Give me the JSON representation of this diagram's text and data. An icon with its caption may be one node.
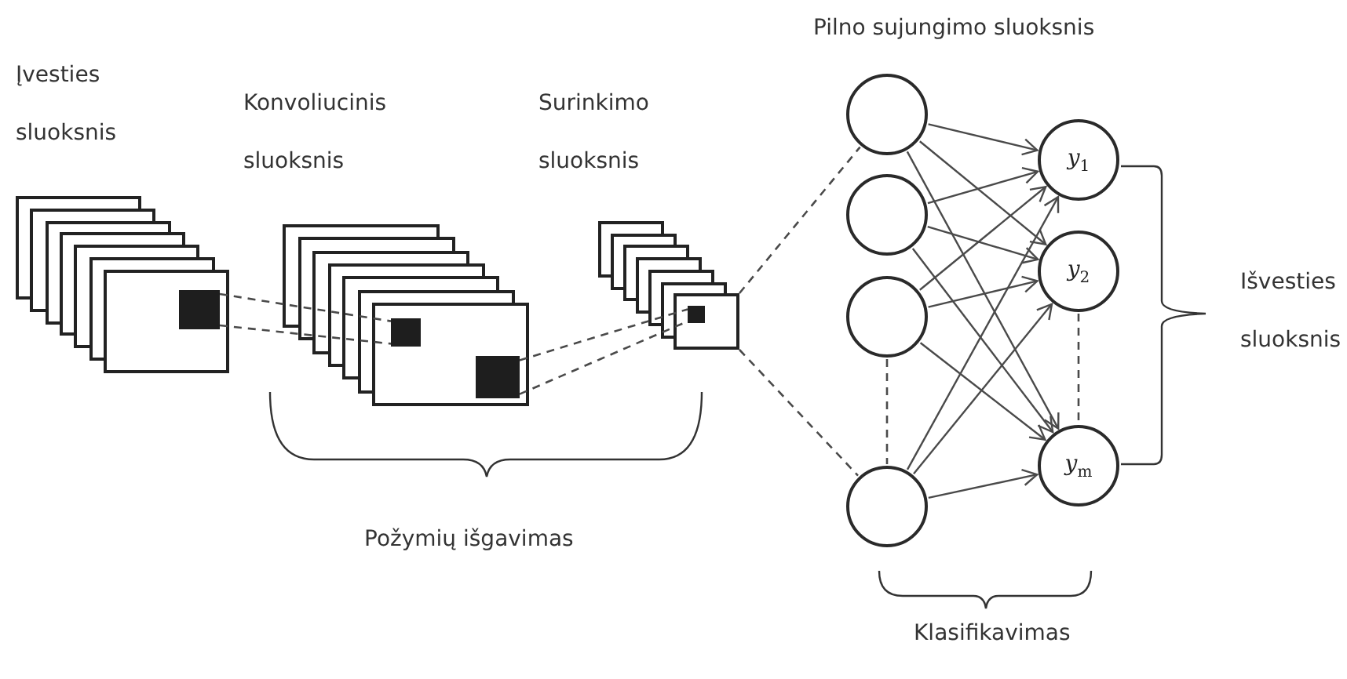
{
  "diagram": {
    "nodes": [
      {
        "text": [],
        "shape": "square"
      },
      {
        "text": [],
        "shape": "square"
      },
      {
        "text": [],
        "shape": "square"
      },
      {
        "text": [],
        "shape": "box"
      },
      {
        "text": [],
        "shape": "square",
        "in": 3
      },
      {
        "text": [],
        "shape": "circle"
      },
      {
        "text": [],
        "shape": "circle"
      },
      {
        "text": [],
        "shape": "circle"
      },
      {
        "text": [],
        "shape": "circle"
      },
      {
        "text": [
          "y$_{1}$"
        ]
      },
      {
        "text": [
          "y$_{2}$"
        ]
      },
      {
        "text": [
          "y$_{m}$"
        ]
      }
    ],
    "edges": [
      {
        "from": 0,
        "to": 1,
        "arrow": "none",
        "style": "dashed"
      },
      {
        "from": 0,
        "to": 1,
        "arrow": "none",
        "style": "dashed"
      },
      {
        "from": 2,
        "to": 4,
        "arrow": "none",
        "style": "dashed"
      },
      {
        "from": 2,
        "to": 4,
        "arrow": "none",
        "style": "dashed"
      },
      {
        "from": 3,
        "to": 5,
        "arrow": "none",
        "style": "dashed"
      },
      {
        "from": 3,
        "to": 8,
        "arrow": "none",
        "style": "dashed"
      },
      {
        "from": 7,
        "to": 8,
        "arrow": "none",
        "style": "dashed"
      },
      {
        "from": 10,
        "to": 11,
        "arrow": "none",
        "style": "dashed"
      },
      {
        "from": 5,
        "to": 9,
        "arrow": "to"
      },
      {
        "from": 5,
        "to": 10,
        "arrow": "to"
      },
      {
        "from": 5,
        "to": 11,
        "arrow": "to"
      },
      {
        "from": 6,
        "to": 9,
        "arrow": "to"
      },
      {
        "from": 6,
        "to": 10,
        "arrow": "to"
      },
      {
        "from": 6,
        "to": 11,
        "arrow": "to"
      },
      {
        "from": 7,
        "to": 9,
        "arrow": "to"
      },
      {
        "from": 7,
        "to": 10,
        "arrow": "to"
      },
      {
        "from": 7,
        "to": 11,
        "arrow": "to"
      },
      {
        "from": 8,
        "to": 9,
        "arrow": "to"
      },
      {
        "from": 8,
        "to": 10,
        "arrow": "to"
      },
      {
        "from": 8,
        "to": 11,
        "arrow": "to"
      }
    ],
    "labels": [
      "Pilno sujungimo sluoksnis",
      "Įvesties sluoksnis",
      "Konvoliucinis sluoksnis",
      "Surinkimo sluoksnis",
      "Išvesties sluoksnis",
      "Požymių išgavimas",
      "Klasifikavimas"
    ]
  }
}
